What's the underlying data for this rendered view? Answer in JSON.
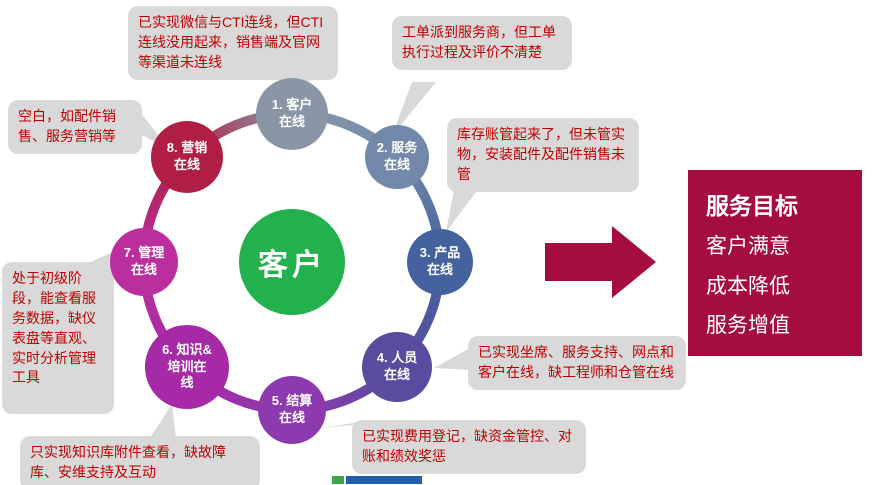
{
  "colors": {
    "accent": "#A50D40",
    "center-green": "#23B14D",
    "callout-bg": "#D9D9D9",
    "callout-text": "#C00000",
    "node-text": "#FFFFFF",
    "footer-green": "#3BA549",
    "footer-blue": "#2060A8"
  },
  "center": {
    "label": "客户"
  },
  "ring": {
    "nodes": [
      {
        "label": "1. 客户\n在线",
        "color": "#8A96A6"
      },
      {
        "label": "2. 服务\n在线",
        "color": "#7389AC"
      },
      {
        "label": "3. 产品\n在线",
        "color": "#44639E"
      },
      {
        "label": "4. 人员\n在线",
        "color": "#5A4B9E"
      },
      {
        "label": "5. 结算\n在线",
        "color": "#8C3AAE"
      },
      {
        "label": "6. 知识&\n培训在\n线",
        "color": "#A62AA5"
      },
      {
        "label": "7. 管理\n在线",
        "color": "#BA2F9D"
      },
      {
        "label": "8. 营销\n在线",
        "color": "#B01E46"
      }
    ]
  },
  "callouts": [
    {
      "text": "已实现微信与CTI连线，但CTI连线没用起来，销售端及官网等渠道未连线"
    },
    {
      "text": "工单派到服务商，但工单执行过程及评价不清楚"
    },
    {
      "text": "库存账管起来了，但未管实物，安装配件及配件销售未管"
    },
    {
      "text": "已实现坐席、服务支持、网点和客户在线，缺工程师和仓管在线"
    },
    {
      "text": "已实现费用登记，缺资金管控、对账和绩效奖惩"
    },
    {
      "text": "只实现知识库附件查看，缺故障库、安维支持及互动"
    },
    {
      "text": "处于初级阶段，能查看服务数据，缺仪表盘等直观、实时分析管理工具"
    },
    {
      "text": "空白，如配件销售、服务营销等"
    }
  ],
  "goal": {
    "title": "服务目标",
    "items": [
      "客户满意",
      "成本降低",
      "服务增值"
    ]
  }
}
